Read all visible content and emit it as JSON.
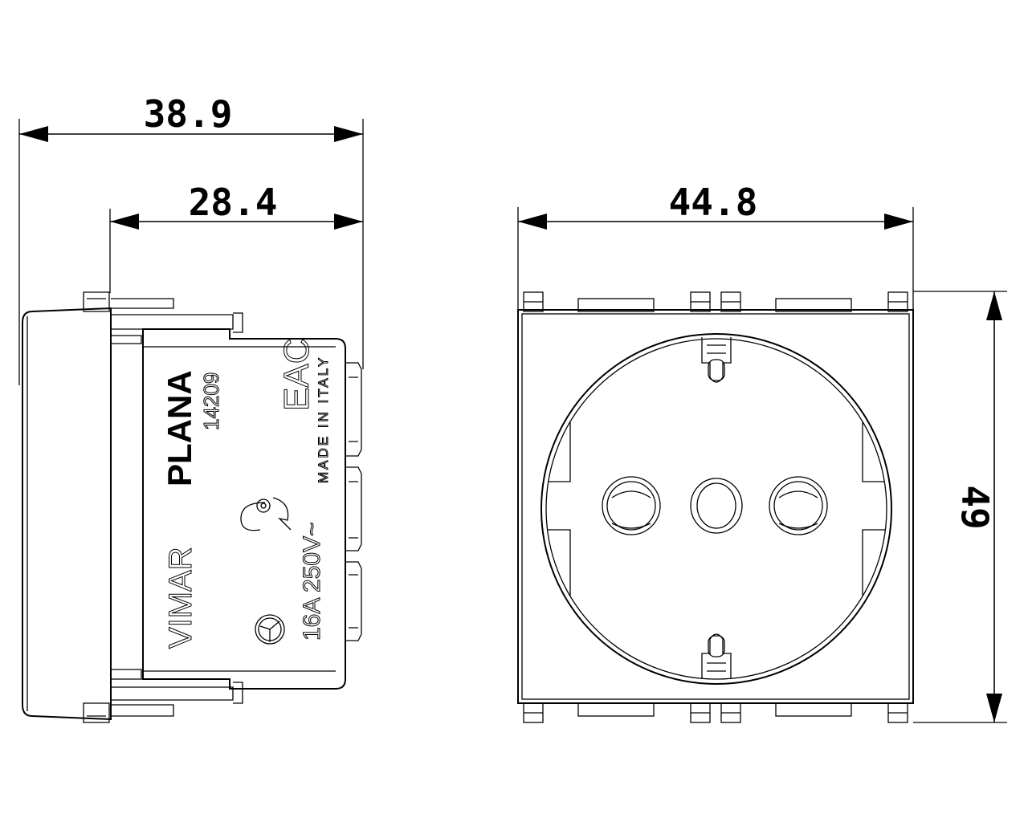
{
  "dimensions": {
    "side_total_depth": "38.9",
    "side_body_depth": "28.4",
    "front_width": "44.8",
    "front_height": "49"
  },
  "side_view_markings": {
    "brand": "VIMAR",
    "series": "PLANA",
    "code": "14209",
    "rating": "16A  250V~",
    "origin": "MADE IN ITALY",
    "certification_mark": "EAC"
  }
}
